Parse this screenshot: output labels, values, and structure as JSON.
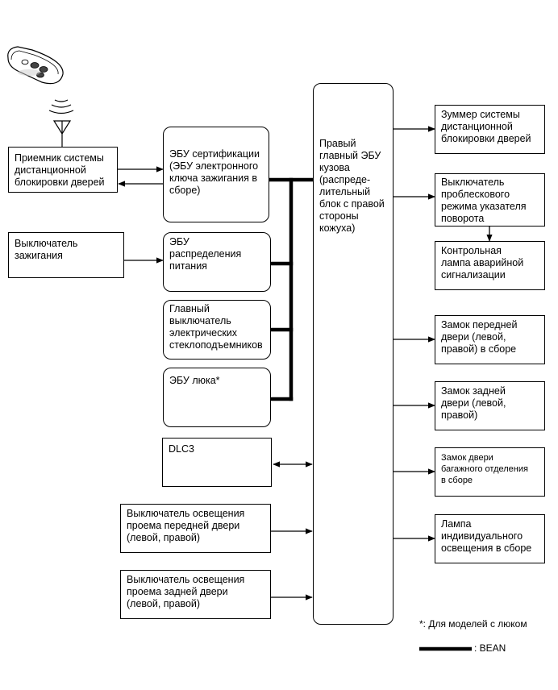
{
  "remote": {
    "icon": "key-fob-transmitter-icon",
    "waves_icon": "radio-waves-icon",
    "antenna_icon": "antenna-icon"
  },
  "left": {
    "receiver": "Приемник системы\nдистанционной\nблокировки дверей",
    "ignition_switch": "Выключатель\nзажигания",
    "dlc3": "DLC3",
    "front_door_courtesy": "Выключатель освещения\nпроема передней двери\n(левой, правой)",
    "rear_door_courtesy": "Выключатель освещения\nпроема задней двери\n(левой, правой)"
  },
  "middle": {
    "certification_ecu": "ЭБУ сертификации\n(ЭБУ электронного\nключа зажигания в\nсборе)",
    "power_distribution_ecu": "ЭБУ\nраспределения\nпитания",
    "power_window_master": "Главный\nвыключатель\nэлектрических\nстеклоподъемников",
    "sunroof_ecu": "ЭБУ люка*"
  },
  "main_body_ecu": "Правый\nглавный ЭБУ\nкузова\n(распреде-\nлительный\nблок с правой\nстороны\nкожуха)",
  "right": {
    "buzzer": "Зуммер системы\nдистанционной\nблокировки дверей",
    "flasher_switch": "Выключатель\nпроблескового\nрежима указателя\nповорота",
    "hazard_lamp": "Контрольная\nлампа аварийной\nсигнализации",
    "front_door_lock": "Замок передней\nдвери (левой,\nправой) в сборе",
    "rear_door_lock": "Замок задней\nдвери (левой,\nправой)",
    "trunk_lock": "Замок двери\nбагажного отделения\nв сборе",
    "personal_light": "Лампа\nиндивидуального\nосвещения в сборе"
  },
  "legend": {
    "footnote": "*: Для моделей с люком",
    "bean_label": ": BEAN"
  }
}
